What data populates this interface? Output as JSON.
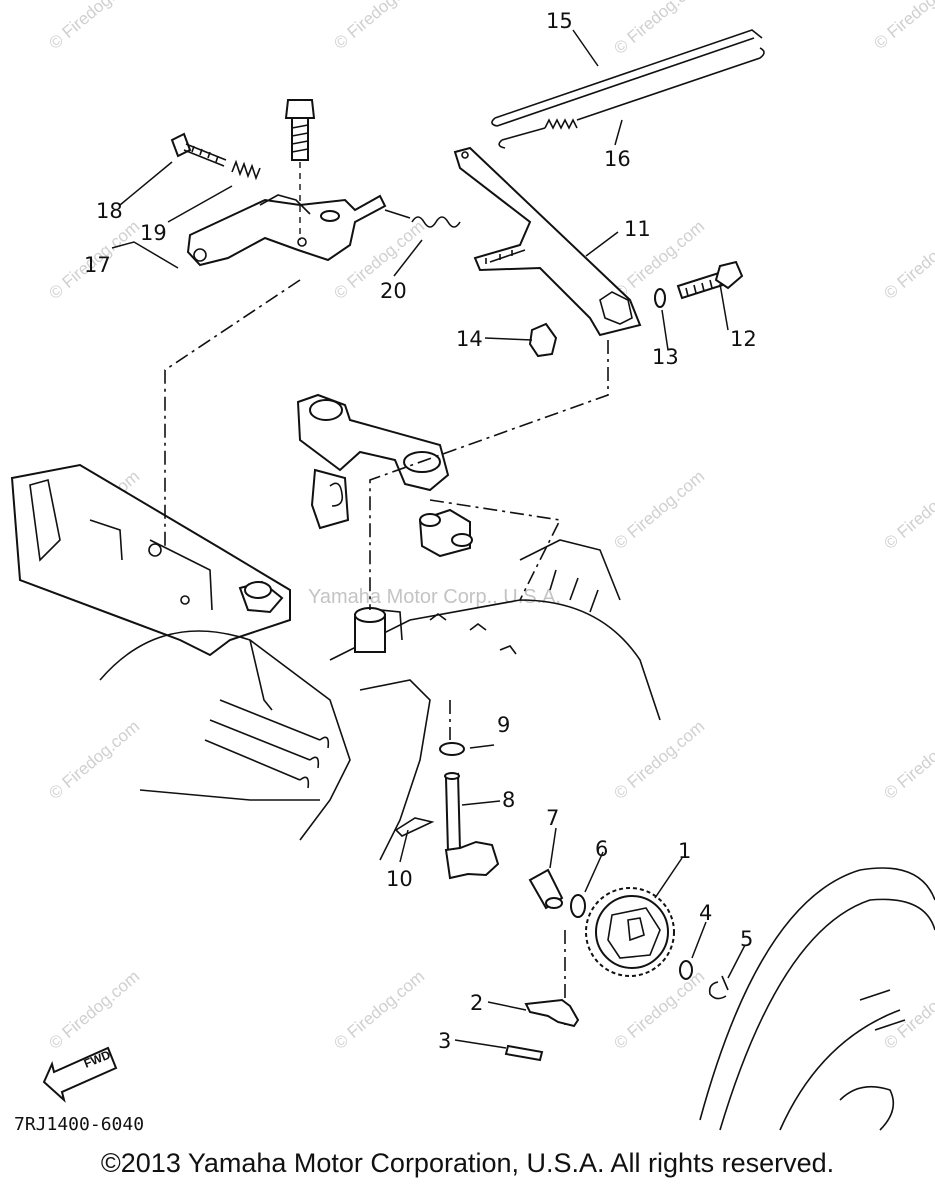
{
  "diagram": {
    "callouts": {
      "c1": "1",
      "c2": "2",
      "c3": "3",
      "c4": "4",
      "c5": "5",
      "c6": "6",
      "c7": "7",
      "c8": "8",
      "c9": "9",
      "c10": "10",
      "c11": "11",
      "c12": "12",
      "c13": "13",
      "c14": "14",
      "c15": "15",
      "c16": "16",
      "c17": "17",
      "c18": "18",
      "c19": "19",
      "c20": "20"
    },
    "watermark_text": "© Firedog.com",
    "center_watermark": "Yamaha Motor Corp., U.S.A.",
    "fwd_label": "FWD",
    "diagram_code": "7RJ1400-6040"
  },
  "footer": {
    "copyright": "©2013 Yamaha Motor Corporation, U.S.A. All rights reserved."
  }
}
